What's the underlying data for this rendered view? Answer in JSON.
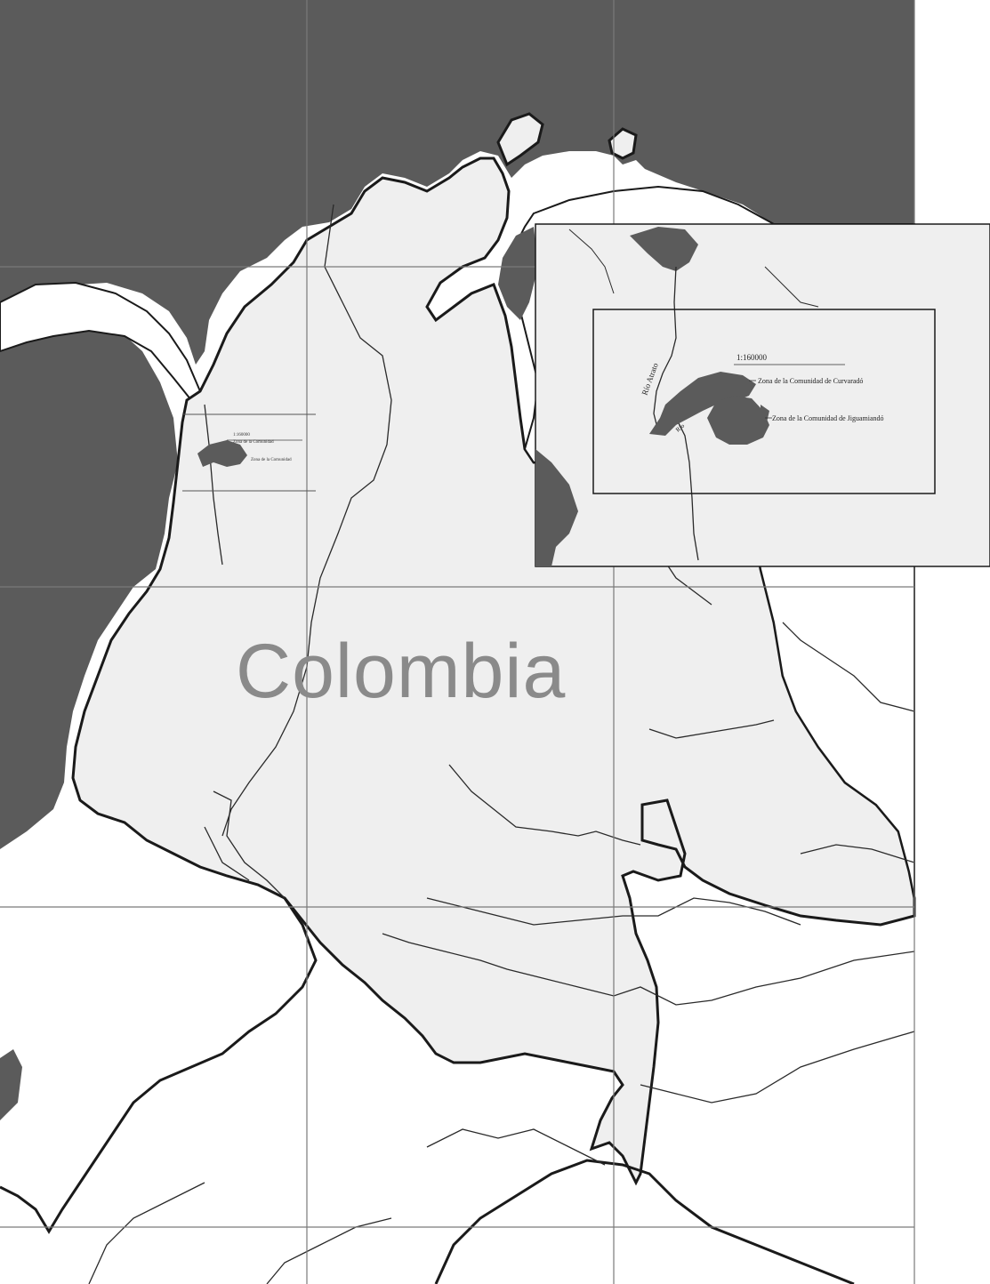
{
  "map": {
    "country_label": "Colombia",
    "colors": {
      "sea": "#5b5b5b",
      "country_fill": "#efefef",
      "neighbor_fill": "#ffffff",
      "border": "#1a1a1a",
      "grid": "#7a7a7a",
      "label": "#8a8a8a",
      "feature": "#5b5b5b"
    },
    "inset": {
      "scale": "1:160000",
      "river_label": "Río Atrato",
      "legend_1": "Zona de la Comunidad de Curvaradó",
      "legend_2": "Zona de la Comunidad de Jiguamiandó",
      "small_river_label": "Río"
    },
    "mini": {
      "scale": "1:160000",
      "legend_1": "Zona de la Comunidad",
      "legend_2": "Zona de la Comunidad"
    }
  }
}
